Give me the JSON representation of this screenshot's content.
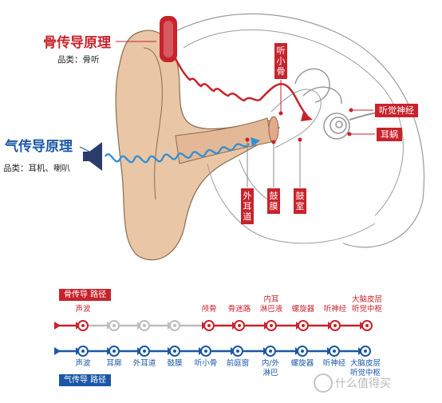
{
  "bone_title": "骨传导原理",
  "bone_category": "品类：骨听",
  "air_title": "气传导原理",
  "air_category": "品类：耳机、喇叭",
  "ear_labels": {
    "ossicles": "听小骨",
    "auditory_nerve": "听觉神经",
    "cochlea": "耳蜗",
    "ear_canal": "外耳道",
    "eardrum": "鼓膜",
    "tympanic_cavity": "鼓室"
  },
  "bone_path": {
    "badge": "骨传导 路径",
    "steps": [
      "声波",
      "",
      "",
      "",
      "",
      "颅骨",
      "骨迷路",
      "内耳\n淋巴液",
      "螺旋器",
      "听神经",
      "大脑皮层\n听觉中枢"
    ]
  },
  "air_path": {
    "badge": "气传导 路径",
    "steps": [
      "声波",
      "耳廓",
      "外耳道",
      "鼓膜",
      "听小骨",
      "前庭窗",
      "内/外\n淋巴",
      "螺旋器",
      "听神经",
      "大脑皮层\n听觉中枢"
    ]
  },
  "watermark": "什么值得买",
  "colors": {
    "red": "#c8232c",
    "blue": "#1b57a6",
    "skin": "#e9c7a6",
    "grey_line": "#bdbdbd"
  }
}
